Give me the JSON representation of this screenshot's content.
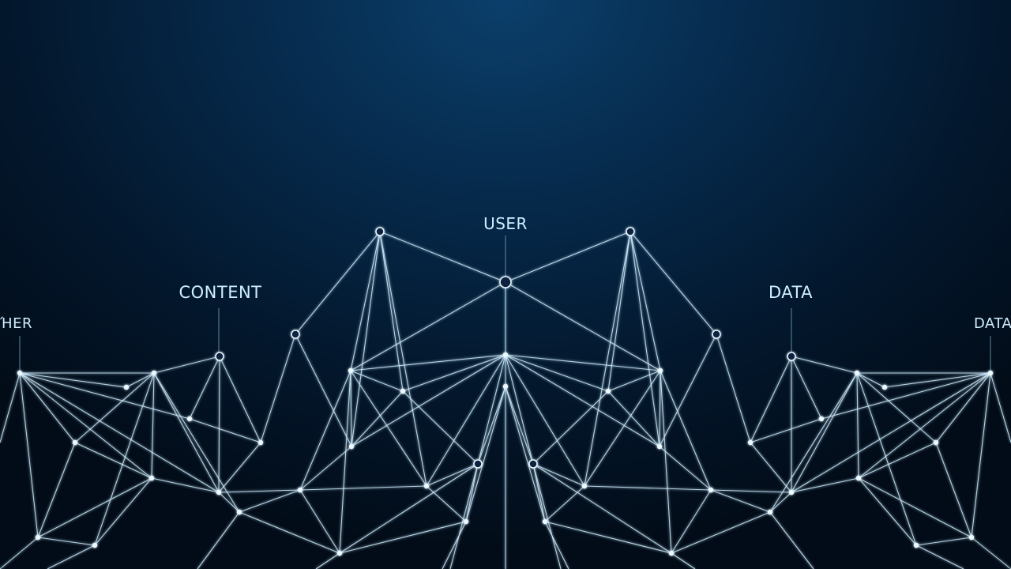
{
  "labels": {
    "user": "USER",
    "content": "CONTENT",
    "data_center": "DATA",
    "left_edge": "ΉER",
    "right_edge": "DATA"
  },
  "colors": {
    "background_top": "#0b3f6b",
    "background_bottom": "#020c18",
    "line": "#cfeeff",
    "label": "#cfefff"
  }
}
